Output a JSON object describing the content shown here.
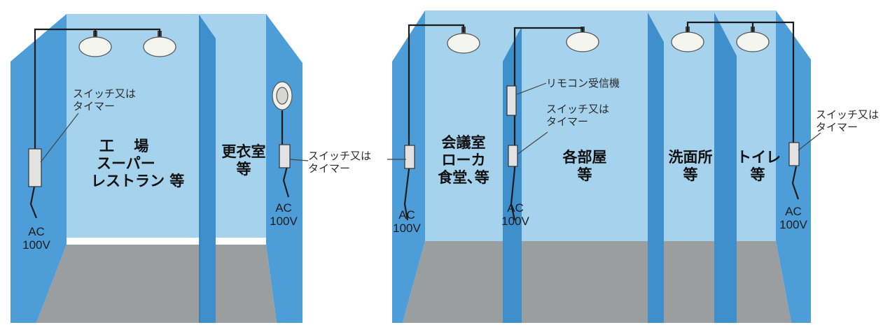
{
  "colors": {
    "side_wall": "#4d9ed8",
    "back_wall": "#a5d2ec",
    "floor": "#9a9e9e",
    "wire": "#1b1b1b",
    "lamp": "#f5f5f0"
  },
  "switch_label": {
    "line1": "スイッチ又は",
    "line2": "タイマー"
  },
  "remote_label": "リモコン受信機",
  "power_label": {
    "line1": "AC",
    "line2": "100V"
  },
  "rooms": {
    "factory": {
      "line1": "工　 場",
      "line2": "スーパー",
      "line3": "レストラン 等"
    },
    "locker": {
      "line1": "更衣室",
      "line2": "等"
    },
    "meeting": {
      "line1": "会議室",
      "line2": "ローカ",
      "line3": "食堂､等"
    },
    "rooms": {
      "line1": "各部屋",
      "line2": "等"
    },
    "washroom": {
      "line1": "洗面所",
      "line2": "等"
    },
    "toilet": {
      "line1": "トイレ",
      "line2": "等"
    }
  }
}
